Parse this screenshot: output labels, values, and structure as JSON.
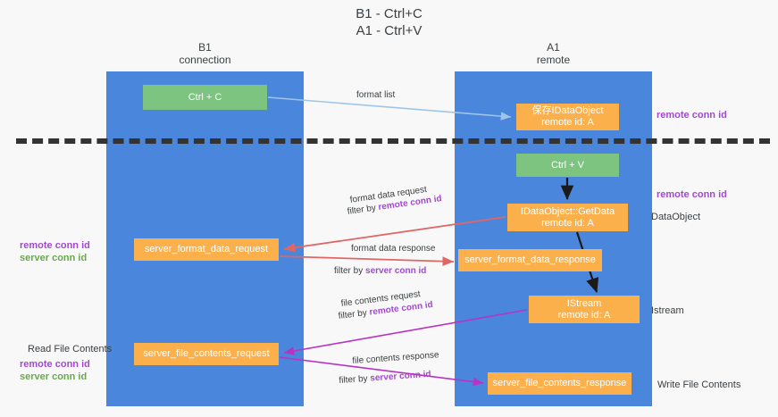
{
  "title": {
    "line1": "B1 - Ctrl+C",
    "line2": "A1 - Ctrl+V"
  },
  "columns": [
    {
      "id": "b1",
      "name": "B1",
      "role": "connection"
    },
    {
      "id": "a1",
      "name": "A1",
      "role": "remote"
    }
  ],
  "nodes": [
    {
      "id": "ctrl-c",
      "label": "Ctrl + C",
      "sub": "",
      "color": "#7cc47f",
      "column": "b1"
    },
    {
      "id": "save-idataobject",
      "label": "保存IDataObject",
      "sub": "remote id: A",
      "color": "#fbb04b",
      "column": "a1"
    },
    {
      "id": "ctrl-v",
      "label": "Ctrl + V",
      "sub": "",
      "color": "#7cc47f",
      "column": "a1"
    },
    {
      "id": "idataobject-getdata",
      "label": "IDataObject::GetData",
      "sub": "remote id: A",
      "color": "#fbb04b",
      "column": "a1"
    },
    {
      "id": "server-format-data-request",
      "label": "server_format_data_request",
      "sub": "",
      "color": "#fbb04b",
      "column": "b1"
    },
    {
      "id": "server-format-data-response",
      "label": "server_format_data_response",
      "sub": "",
      "color": "#fbb04b",
      "column": "a1"
    },
    {
      "id": "istream",
      "label": "IStream",
      "sub": "remote id: A",
      "color": "#fbb04b",
      "column": "a1"
    },
    {
      "id": "server-file-contents-request",
      "label": "server_file_contents_request",
      "sub": "",
      "color": "#fbb04b",
      "column": "b1"
    },
    {
      "id": "server-file-contents-response",
      "label": "server_file_contents_response",
      "sub": "",
      "color": "#fbb04b",
      "column": "a1"
    }
  ],
  "edge_labels": {
    "format_list": "format list",
    "format_data_request": "format data request",
    "format_data_request_filter_prefix": "filter by ",
    "format_data_request_filter_key": "remote conn id",
    "format_data_response": "format data response",
    "format_data_response_filter_prefix": "filter by ",
    "format_data_response_filter_key": "server conn id",
    "file_contents_request": "file contents request",
    "file_contents_request_filter_prefix": "filter by ",
    "file_contents_request_filter_key": "remote conn id",
    "file_contents_response": "file contents response",
    "file_contents_response_filter_prefix": "filter by ",
    "file_contents_response_filter_key": "server conn id"
  },
  "right_annotations": {
    "remote_conn_id_top": "remote conn id",
    "remote_conn_id_mid": "remote conn id",
    "data_object": "DataObject",
    "istream": "Istream",
    "write_file_contents": "Write File Contents"
  },
  "left_annotations": {
    "remote_conn_id_mid": "remote conn id",
    "server_conn_id_mid": "server conn id",
    "read_file_contents": "Read File Contents",
    "remote_conn_id_low": "remote conn id",
    "server_conn_id_low": "server conn id"
  },
  "colors": {
    "lane": "#4a86db",
    "green_node": "#7cc47f",
    "orange_node": "#fbb04b",
    "purple_text": "#a349d1",
    "green_text": "#6aa84f",
    "arrow_lightblue": "#9fc5e8",
    "arrow_red": "#e06666",
    "arrow_magenta": "#b832c4",
    "arrow_black": "#1a1a1a",
    "separator": "#333333",
    "background": "#f8f8f8"
  }
}
